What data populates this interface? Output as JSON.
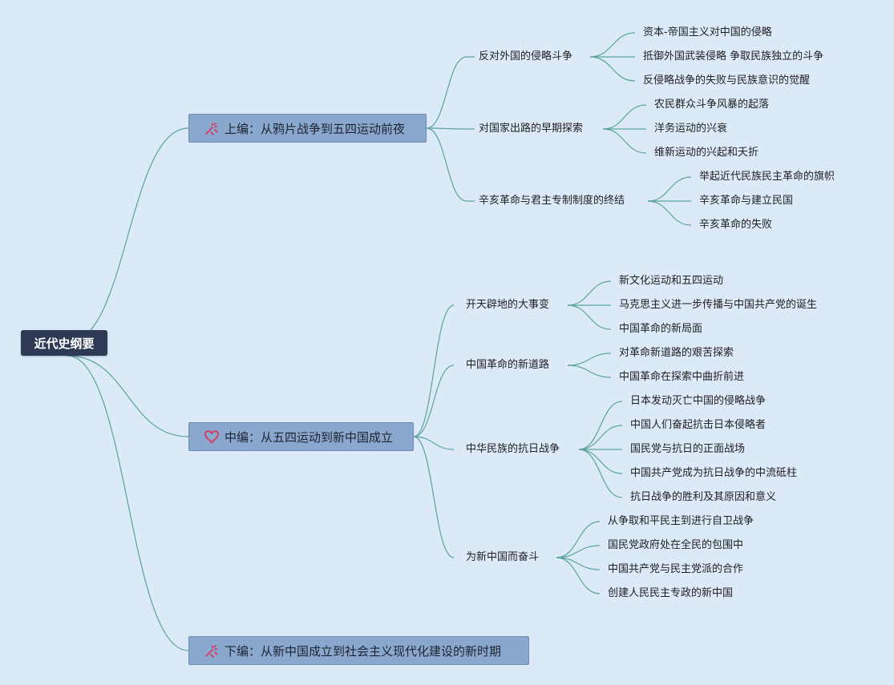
{
  "root": {
    "label": "近代史纲要"
  },
  "colors": {
    "background": "#dbe9f9",
    "root": "#2e3a55",
    "branch": "#8aa7cd",
    "line": "#5aa39a",
    "icon": "#d9365c"
  },
  "branches": [
    {
      "icon": "fireworks-icon",
      "label": "上编：从鸦片战争到五四运动前夜",
      "children": [
        {
          "label": "反对外国的侵略斗争",
          "children": [
            "资本-帝国主义对中国的侵略",
            "抵御外国武装侵略 争取民族独立的斗争",
            "反侵略战争的失败与民族意识的觉醒"
          ]
        },
        {
          "label": "对国家出路的早期探索",
          "children": [
            "农民群众斗争风暴的起落",
            "洋务运动的兴衰",
            "维新运动的兴起和夭折"
          ]
        },
        {
          "label": "辛亥革命与君主专制制度的终结",
          "children": [
            "举起近代民族民主革命的旗帜",
            "辛亥革命与建立民国",
            "辛亥革命的失败"
          ]
        }
      ]
    },
    {
      "icon": "heart-icon",
      "label": "中编：从五四运动到新中国成立",
      "children": [
        {
          "label": "开天辟地的大事变",
          "children": [
            "新文化运动和五四运动",
            "马克思主义进一步传播与中国共产党的诞生",
            "中国革命的新局面"
          ]
        },
        {
          "label": "中国革命的新道路",
          "children": [
            "对革命新道路的艰苦探索",
            "中国革命在探索中曲折前进"
          ]
        },
        {
          "label": "中华民族的抗日战争",
          "children": [
            "日本发动灭亡中国的侵略战争",
            "中国人们奋起抗击日本侵略者",
            "国民党与抗日的正面战场",
            "中国共产党成为抗日战争的中流砥柱",
            "抗日战争的胜利及其原因和意义"
          ]
        },
        {
          "label": "为新中国而奋斗",
          "children": [
            "从争取和平民主到进行自卫战争",
            "国民党政府处在全民的包围中",
            "中国共产党与民主党派的合作",
            "创建人民民主专政的新中国"
          ]
        }
      ]
    },
    {
      "icon": "fireworks-icon",
      "label": "下编：从新中国成立到社会主义现代化建设的新时期",
      "children": []
    }
  ]
}
